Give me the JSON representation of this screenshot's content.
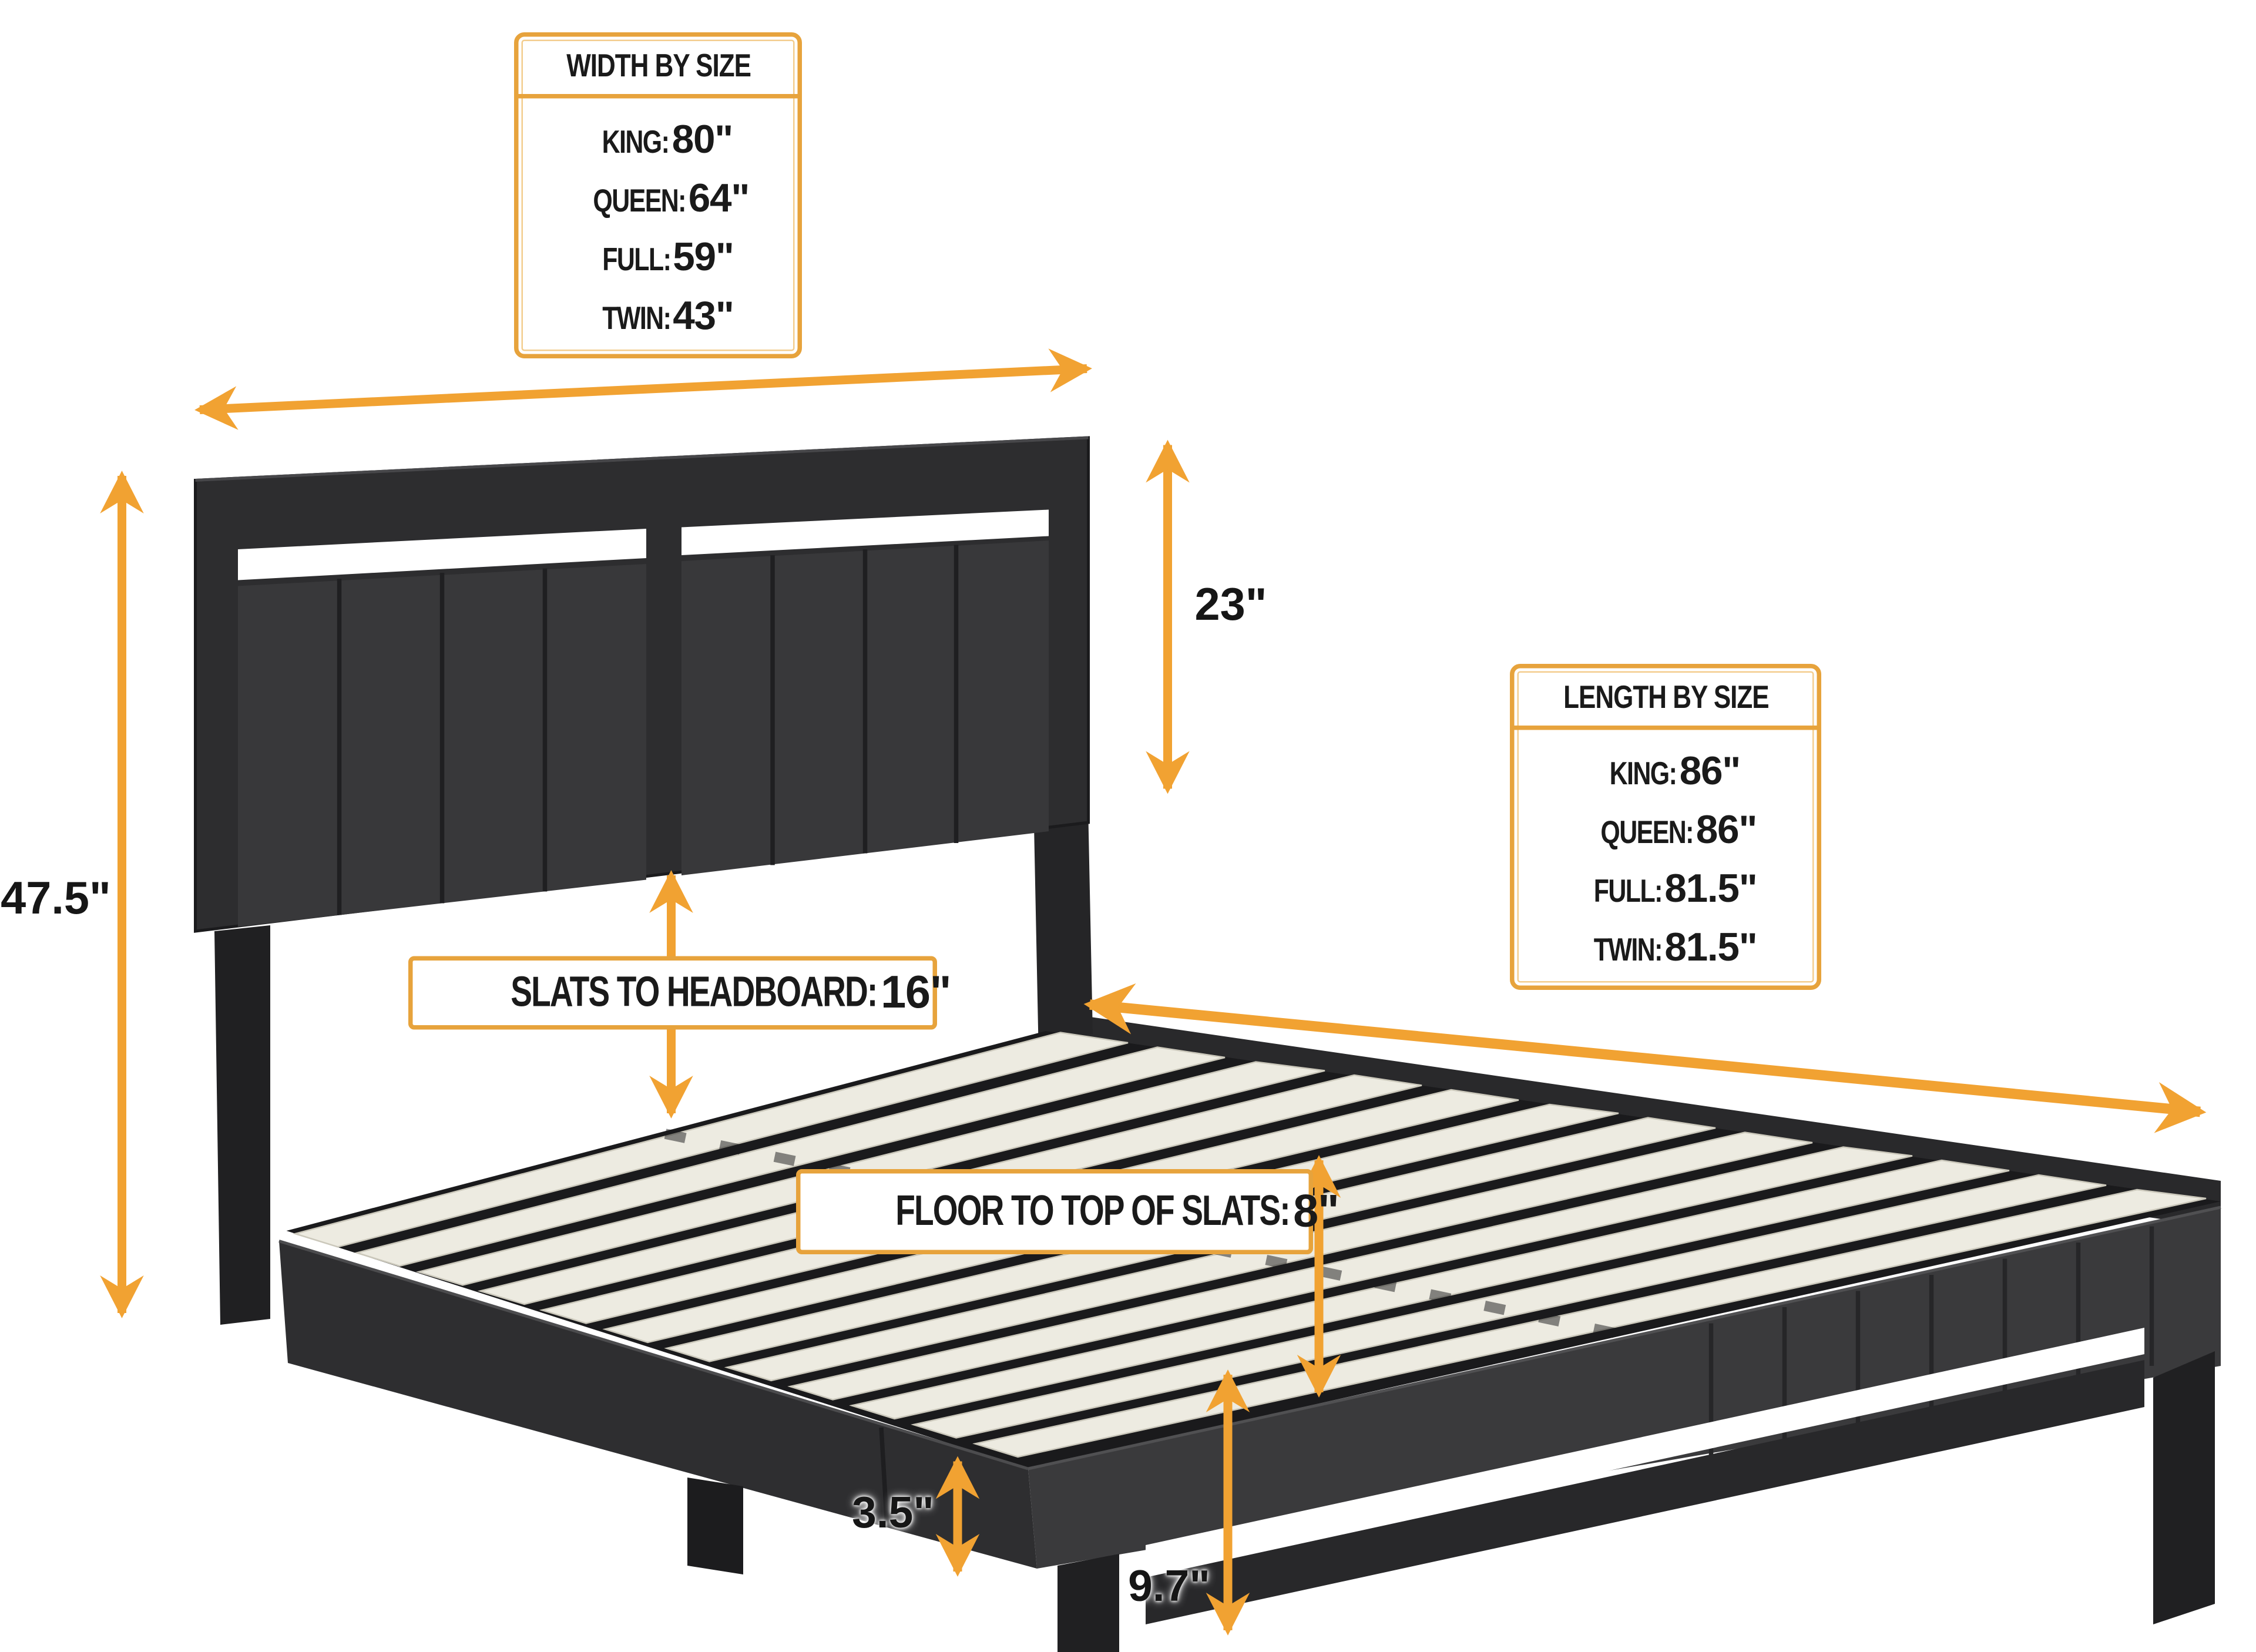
{
  "diagram": {
    "width_by_size": {
      "title": "WIDTH BY SIZE",
      "rows": [
        {
          "label": "KING:",
          "value": "80\""
        },
        {
          "label": "QUEEN:",
          "value": "64\""
        },
        {
          "label": "FULL:",
          "value": "59\""
        },
        {
          "label": "TWIN:",
          "value": "43\""
        }
      ]
    },
    "length_by_size": {
      "title": "LENGTH BY SIZE",
      "rows": [
        {
          "label": "KING:",
          "value": "86\""
        },
        {
          "label": "QUEEN:",
          "value": "86\""
        },
        {
          "label": "FULL:",
          "value": "81.5\""
        },
        {
          "label": "TWIN:",
          "value": "81.5\""
        }
      ]
    },
    "callouts": {
      "slats_to_headboard": {
        "label": "SLATS TO HEADBOARD:",
        "value": "16\""
      },
      "floor_to_top_of_slats": {
        "label": "FLOOR TO TOP OF SLATS:",
        "value": "8\""
      }
    },
    "measurements": {
      "overall_headboard_height": "47.5\"",
      "headboard_panel_height": "23\"",
      "under_bed_clearance": "3.5\"",
      "floor_to_rail_top": "9.7\""
    },
    "colors": {
      "accent": "#F1A232",
      "box_border": "#E7A33C",
      "bed_frame": "#2A2A2C",
      "bed_panel": "#38383A",
      "bed_leg": "#1C1C1E",
      "slat": "#EDEBE1",
      "text": "#1A1A1A",
      "background": "#FFFFFF"
    }
  }
}
